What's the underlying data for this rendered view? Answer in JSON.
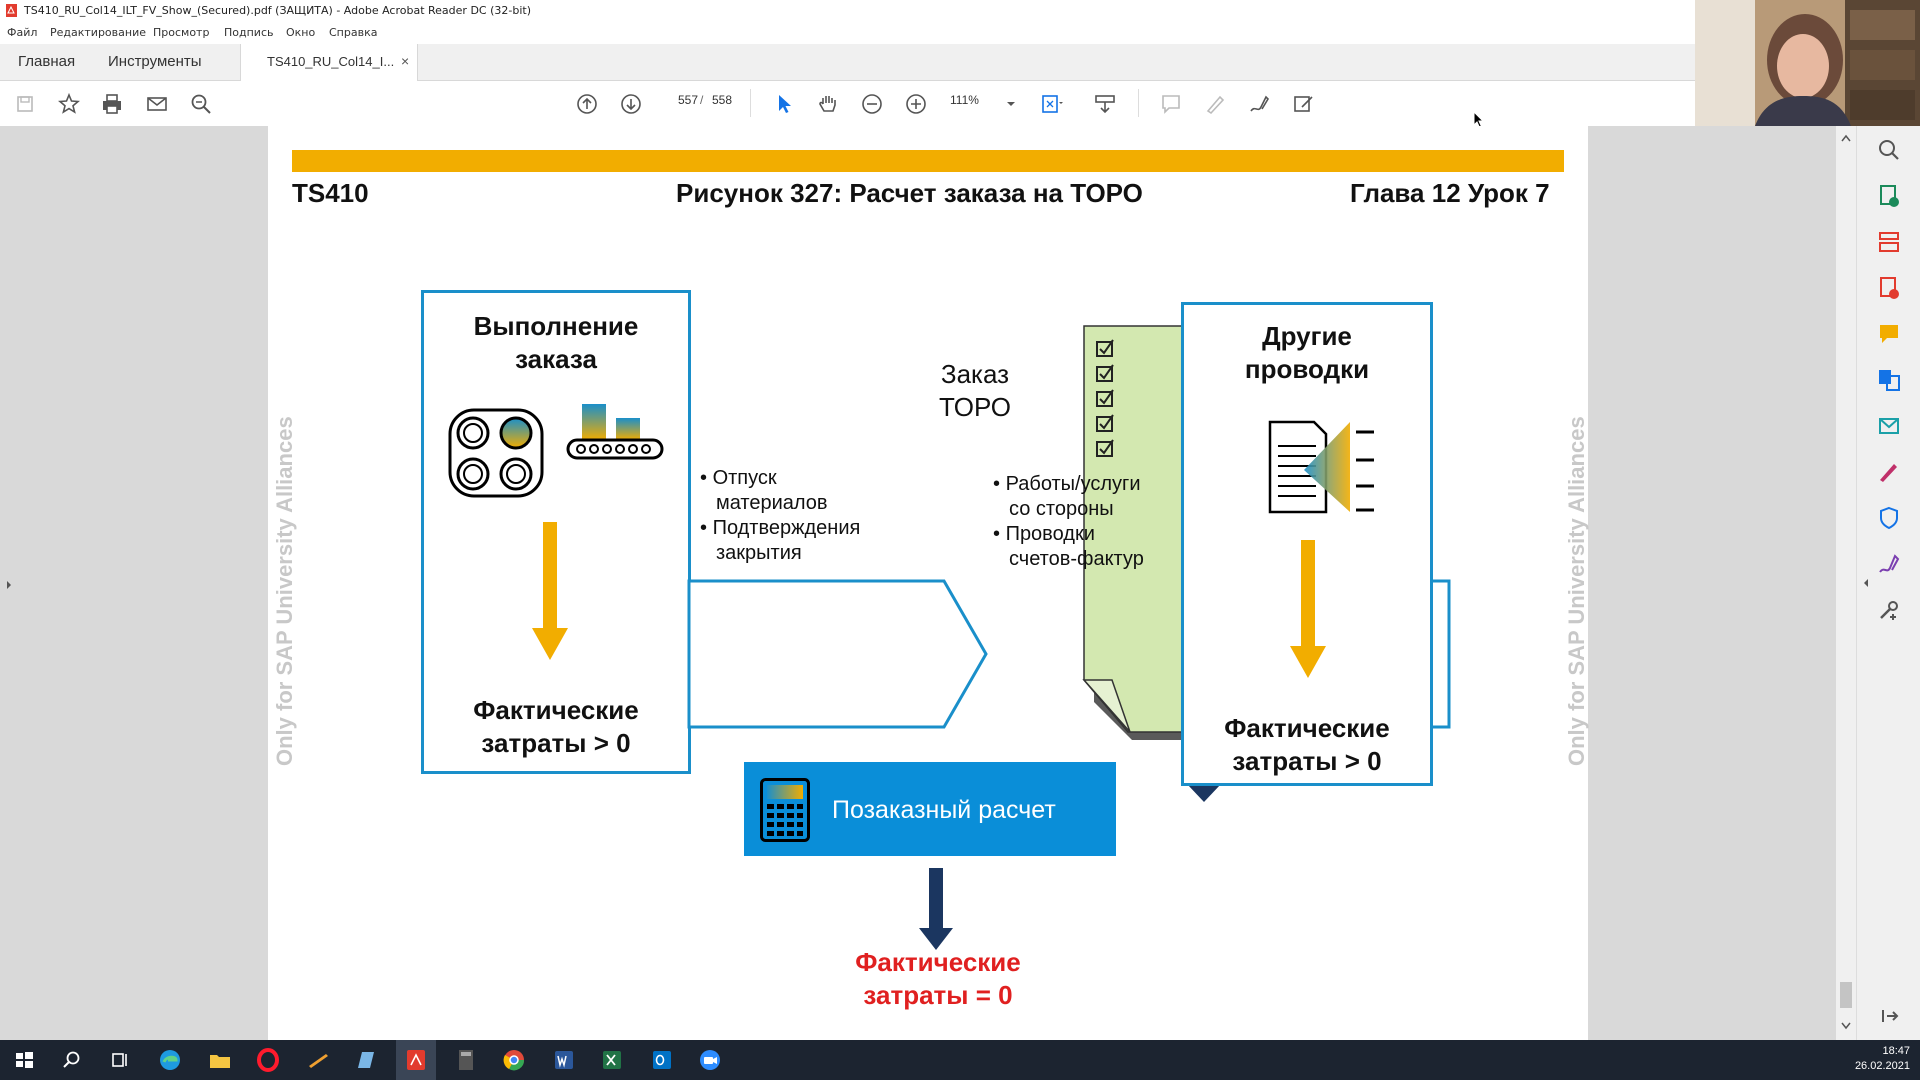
{
  "window": {
    "title": "TS410_RU_Col14_ILT_FV_Show_(Secured).pdf (ЗАЩИТА) - Adobe Acrobat Reader DC (32-bit)"
  },
  "menu": [
    "Файл",
    "Редактирование",
    "Просмотр",
    "Подпись",
    "Окно",
    "Справка"
  ],
  "tabs": {
    "home": "Главная",
    "tools": "Инструменты",
    "document": "TS410_RU_Col14_I...",
    "close": "×"
  },
  "toolbar": {
    "current_page": "557",
    "page_separator": "/",
    "total_pages": "558",
    "zoom": "111%"
  },
  "slide": {
    "header_left": "TS410",
    "header_center": "Рисунок 327: Расчет заказа на ТОРО",
    "header_right": "Глава 12 Урок 7",
    "watermark": "Only for SAP University Alliances",
    "left_box": {
      "title_line1": "Выполнение",
      "title_line2": "заказа",
      "result_line1": "Фактические",
      "result_line2": "затраты > 0"
    },
    "center_doc": {
      "title_line1": "Заказ",
      "title_line2": "ТОРО"
    },
    "left_bullets": {
      "b1_line1": "Отпуск",
      "b1_line2": "материалов",
      "b2_line1": "Подтверждения",
      "b2_line2": "закрытия"
    },
    "right_bullets": {
      "b1_line1": "Работы/услуги",
      "b1_line2": "со стороны",
      "b2_line1": "Проводки",
      "b2_line2": "счетов-фактур"
    },
    "right_box": {
      "title_line1": "Другие",
      "title_line2": "проводки",
      "result_line1": "Фактические",
      "result_line2": "затраты > 0"
    },
    "settlement": "Позаказный расчет",
    "final_line1": "Фактические",
    "final_line2": "затраты = 0"
  },
  "clock": {
    "time": "18:47",
    "date": "26.02.2021"
  },
  "colors": {
    "gold": "#f2ad00",
    "blue_border": "#1a8fca",
    "settlement_blue": "#0a8ed8",
    "doc_green": "#d3e8b0",
    "red": "#e02020",
    "navy_arrow": "#1b3660"
  }
}
